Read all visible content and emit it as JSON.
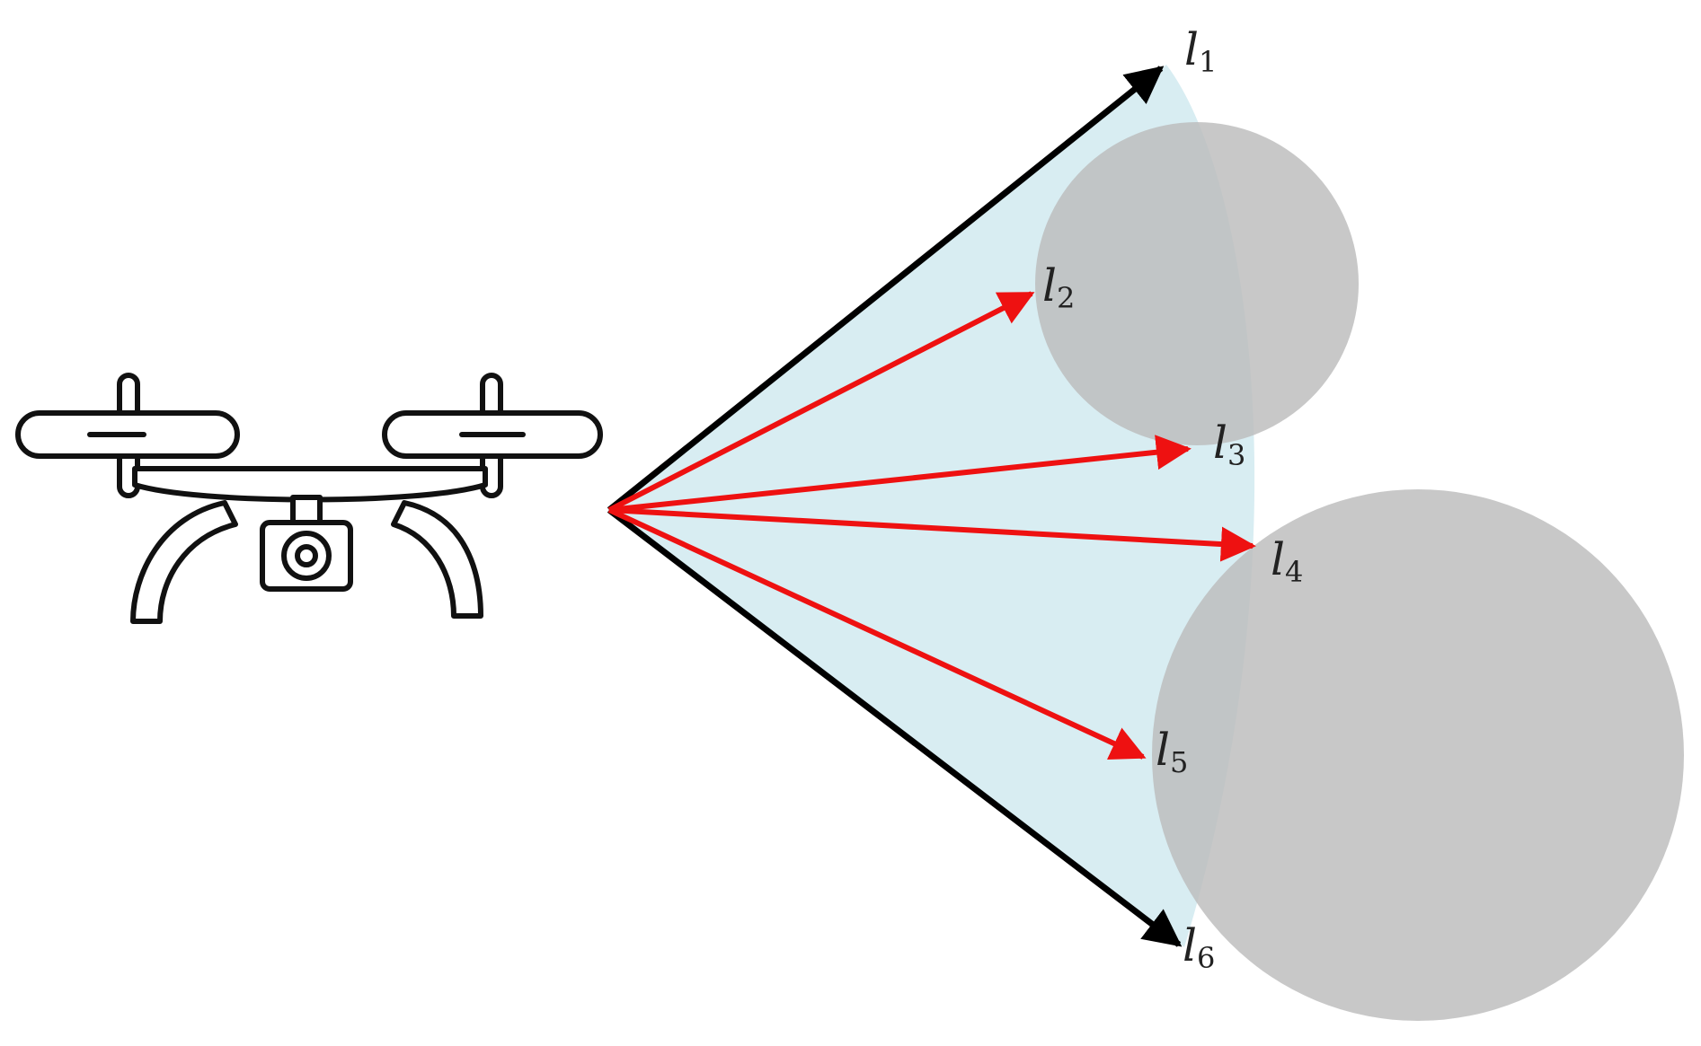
{
  "colors": {
    "background": "#ffffff",
    "field_of_view": "#d8edf2",
    "obstacle": "#bcbcbc",
    "boundary_ray": "#000000",
    "inner_ray": "#ee1111",
    "drone_outline": "#111111"
  },
  "icons": [
    "drone-icon",
    "camera-icon"
  ],
  "rays": [
    {
      "letter": "l",
      "index": "1",
      "kind": "boundary"
    },
    {
      "letter": "l",
      "index": "2",
      "kind": "inner"
    },
    {
      "letter": "l",
      "index": "3",
      "kind": "inner"
    },
    {
      "letter": "l",
      "index": "4",
      "kind": "inner"
    },
    {
      "letter": "l",
      "index": "5",
      "kind": "inner"
    },
    {
      "letter": "l",
      "index": "6",
      "kind": "boundary"
    }
  ]
}
